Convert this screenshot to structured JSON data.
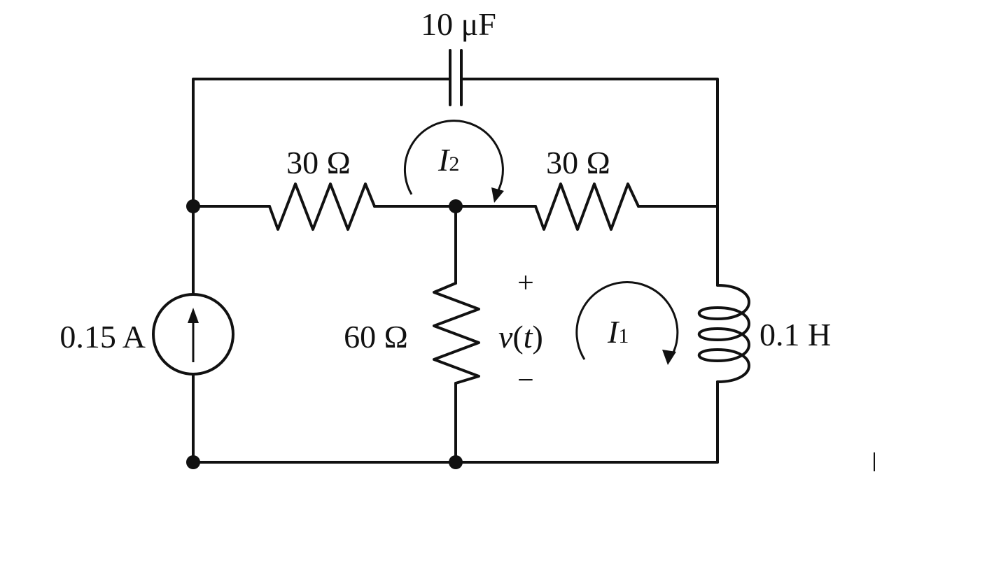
{
  "components": {
    "capacitor": {
      "label": "10 μF"
    },
    "resistor_top_left": {
      "label": "30 Ω"
    },
    "resistor_top_right": {
      "label": "30 Ω"
    },
    "resistor_middle": {
      "label": "60 Ω"
    },
    "current_source": {
      "label": "0.15 A"
    },
    "inductor": {
      "label": "0.1 H"
    }
  },
  "loops": {
    "upper": {
      "symbol": "I",
      "subscript": "2"
    },
    "lower": {
      "symbol": "I",
      "subscript": "1"
    }
  },
  "voltage": {
    "plus": "+",
    "minus": "−",
    "v": "v",
    "open": "(",
    "t": "t",
    "close": ")"
  }
}
